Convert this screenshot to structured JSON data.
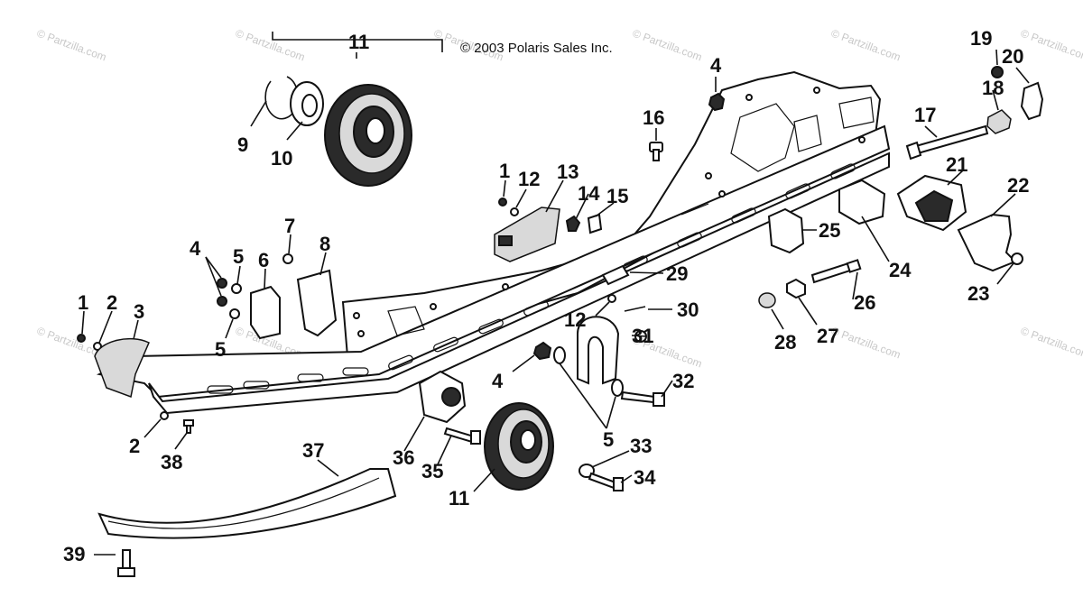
{
  "copyright": "© 2003 Polaris Sales Inc.",
  "watermark": "© Partzilla.com",
  "callouts": [
    {
      "n": "11"
    },
    {
      "n": "9"
    },
    {
      "n": "10"
    },
    {
      "n": "4"
    },
    {
      "n": "16"
    },
    {
      "n": "17"
    },
    {
      "n": "18"
    },
    {
      "n": "19"
    },
    {
      "n": "20"
    },
    {
      "n": "21"
    },
    {
      "n": "22"
    },
    {
      "n": "1"
    },
    {
      "n": "12"
    },
    {
      "n": "13"
    },
    {
      "n": "14"
    },
    {
      "n": "15"
    },
    {
      "n": "25"
    },
    {
      "n": "24"
    },
    {
      "n": "7"
    },
    {
      "n": "8"
    },
    {
      "n": "4"
    },
    {
      "n": "5"
    },
    {
      "n": "6"
    },
    {
      "n": "5"
    },
    {
      "n": "1"
    },
    {
      "n": "2"
    },
    {
      "n": "3"
    },
    {
      "n": "29"
    },
    {
      "n": "30"
    },
    {
      "n": "12"
    },
    {
      "n": "31"
    },
    {
      "n": "26"
    },
    {
      "n": "23"
    },
    {
      "n": "28"
    },
    {
      "n": "27"
    },
    {
      "n": "4"
    },
    {
      "n": "32"
    },
    {
      "n": "2"
    },
    {
      "n": "38"
    },
    {
      "n": "37"
    },
    {
      "n": "36"
    },
    {
      "n": "35"
    },
    {
      "n": "5"
    },
    {
      "n": "33"
    },
    {
      "n": "34"
    },
    {
      "n": "11"
    },
    {
      "n": "39"
    }
  ]
}
